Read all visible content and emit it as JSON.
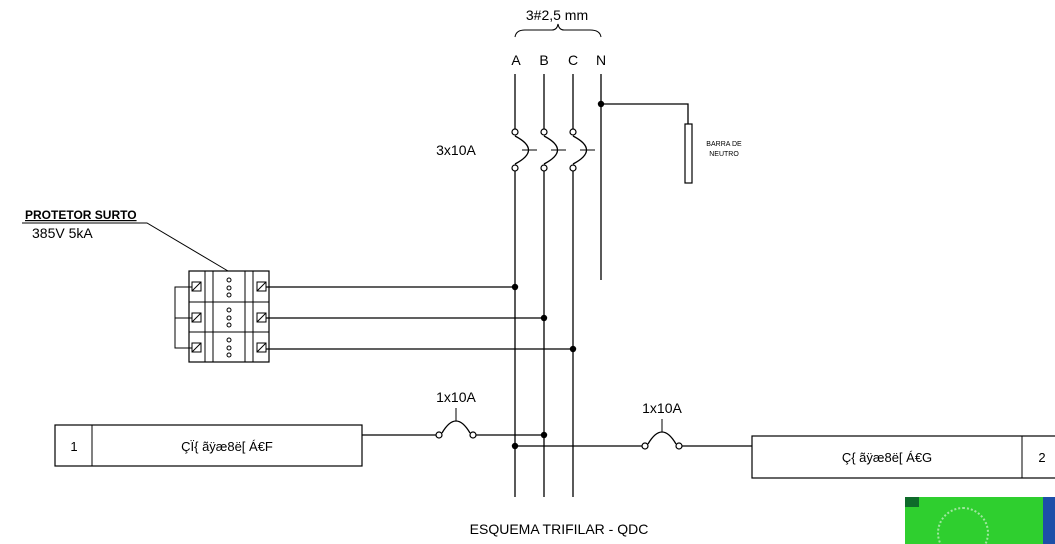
{
  "cable_spec": "3#2,5 mm",
  "phases": [
    "A",
    "B",
    "C",
    "N"
  ],
  "main_breaker_label": "3x10A",
  "neutral_bar_label": [
    "BARRA DE",
    "NEUTRO"
  ],
  "surge_protector": {
    "title": "PROTETOR  SURTO",
    "rating": "385V 5kA"
  },
  "branch_breakers": [
    "1x10A",
    "1x10A"
  ],
  "circuits": [
    {
      "number": "1",
      "description": "ÇÏ{ ãÿæ8ë[ Á€F"
    },
    {
      "number": "2",
      "description": "Ç{ ãÿæ8ë[ Á€G"
    }
  ],
  "caption": "ESQUEMA TRIFILAR - QDC",
  "colors": {
    "line": "#000000",
    "background": "#ffffff",
    "corner_green": "#2fcf2f",
    "corner_blue": "#1d4fa8"
  }
}
